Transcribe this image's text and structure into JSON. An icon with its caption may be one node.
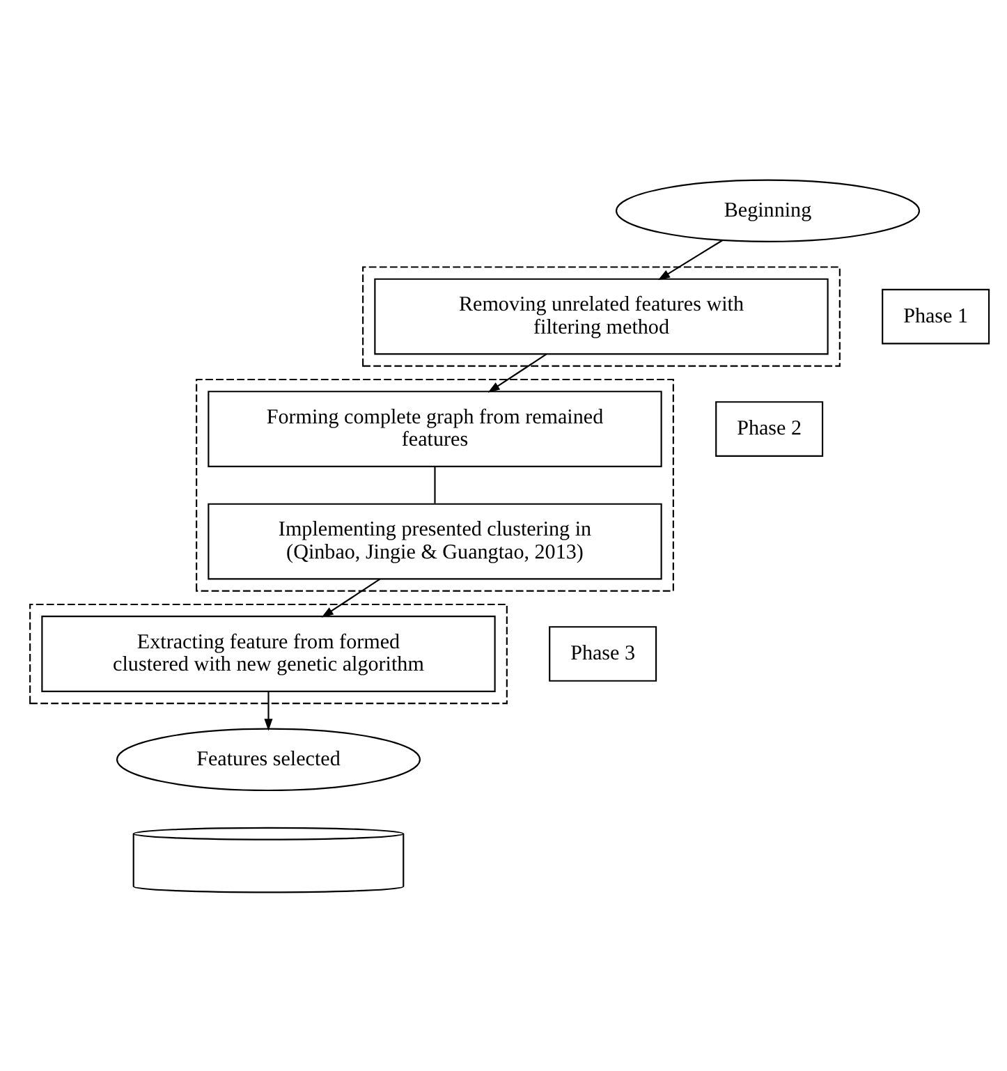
{
  "diagram": {
    "nodes": [
      {
        "text": [
          "Beginning"
        ]
      },
      {
        "text": [],
        "shape": "box"
      },
      {
        "text": [
          "Removing unrelated features with filtering method"
        ],
        "in": 1
      },
      {
        "text": [
          "Phase 1"
        ]
      },
      {
        "text": [],
        "shape": "box"
      },
      {
        "text": [
          "Forming complete graph from remained features"
        ],
        "in": 4
      },
      {
        "text": [
          "Implementing presented clustering in (Qinbao, Jingie & Guangtao, 2013)"
        ],
        "in": 4
      },
      {
        "text": [
          "Phase 2"
        ]
      },
      {
        "text": [],
        "shape": "box"
      },
      {
        "text": [
          "Extracting feature from formed clustered with new genetic algorithm"
        ],
        "in": 8
      },
      {
        "text": [
          "Phase 3"
        ]
      },
      {
        "text": [
          "Features selected"
        ]
      },
      {
        "text": [],
        "shape": "cylinder"
      }
    ],
    "edges": [
      {
        "from": 0,
        "to": 2,
        "arrow": "to"
      },
      {
        "from": 2,
        "to": 5,
        "arrow": "to"
      },
      {
        "from": 5,
        "to": 6,
        "arrow": "none"
      },
      {
        "from": 6,
        "to": 9,
        "arrow": "to"
      },
      {
        "from": 9,
        "to": 11,
        "arrow": "to"
      }
    ]
  }
}
